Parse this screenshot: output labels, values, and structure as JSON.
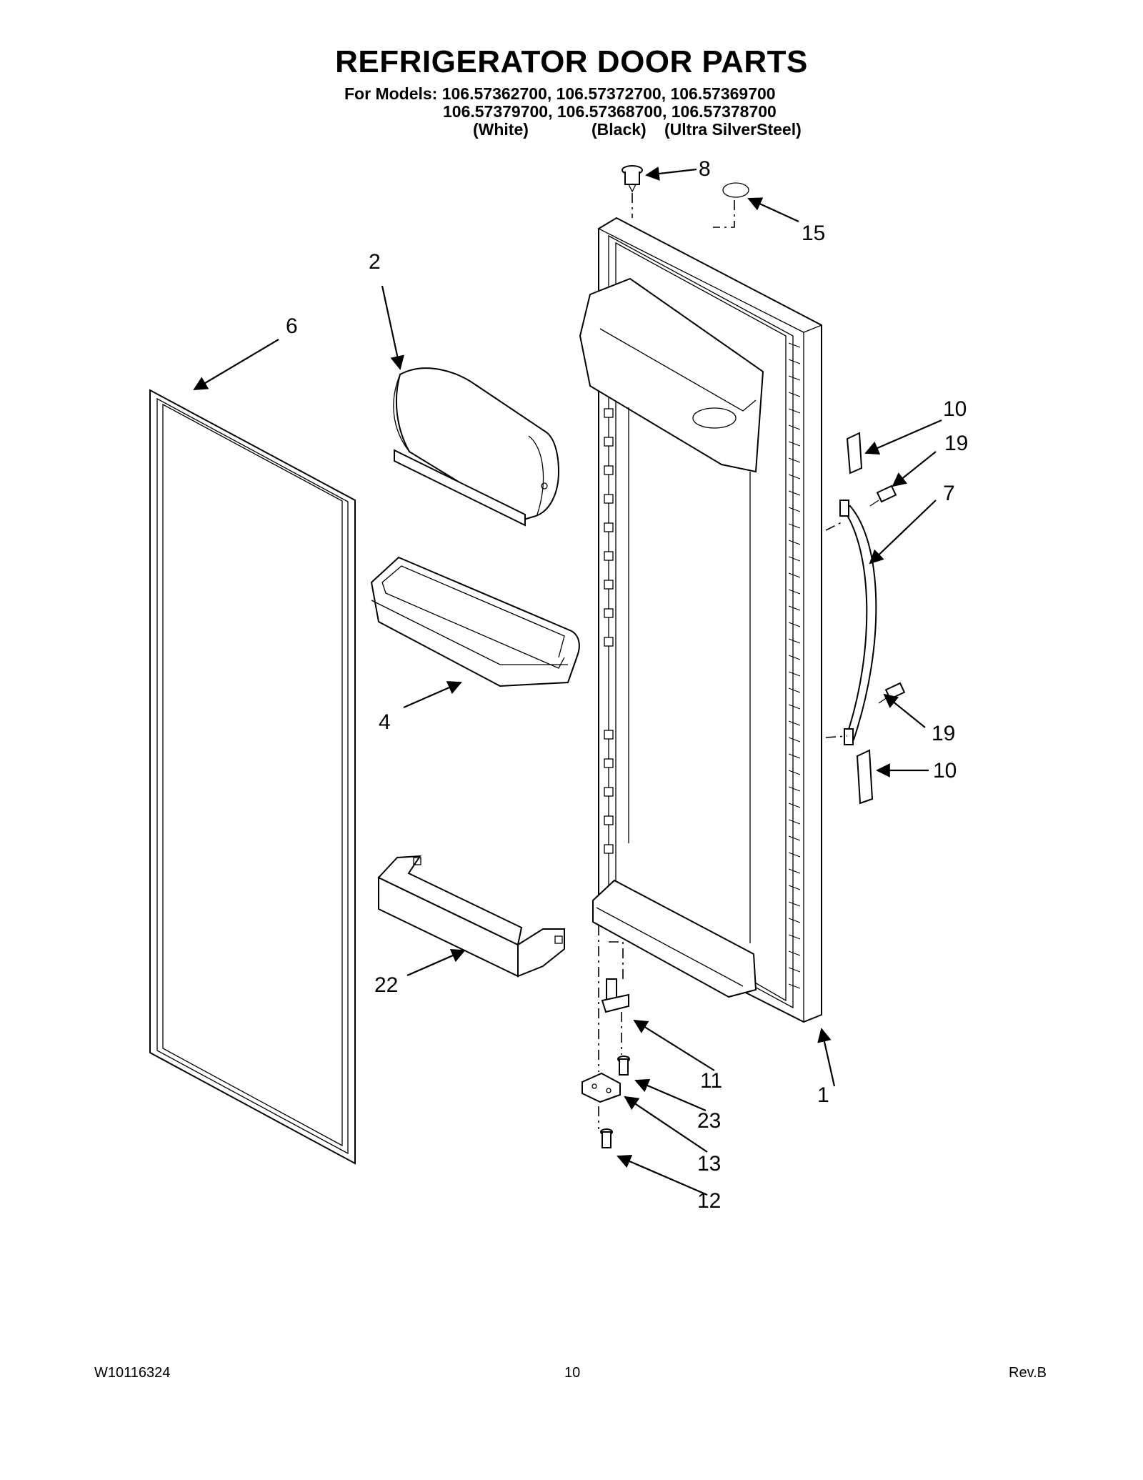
{
  "header": {
    "title": "REFRIGERATOR DOOR PARTS",
    "models_line1": "For Models: 106.57362700, 106.57372700, 106.57369700",
    "models_line2": "106.57379700, 106.57368700, 106.57378700",
    "variant_white": "(White)",
    "variant_black": "(Black)",
    "variant_steel": "(Ultra SilverSteel)"
  },
  "callouts": {
    "c1": "1",
    "c2": "2",
    "c4": "4",
    "c6": "6",
    "c7": "7",
    "c8": "8",
    "c10a": "10",
    "c10b": "10",
    "c11": "11",
    "c12": "12",
    "c13": "13",
    "c15": "15",
    "c19a": "19",
    "c19b": "19",
    "c22": "22",
    "c23": "23"
  },
  "footer": {
    "doc_number": "W10116324",
    "page_number": "10",
    "revision": "Rev.B"
  }
}
